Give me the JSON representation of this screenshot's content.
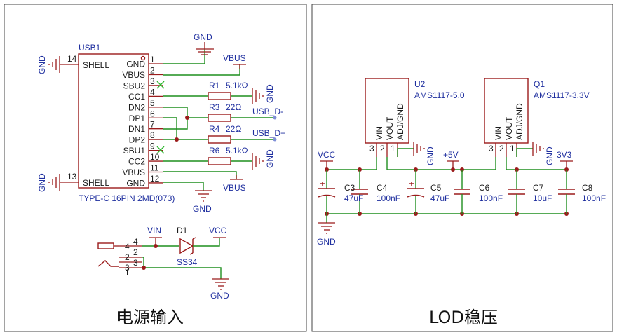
{
  "panels": {
    "left_title": "电源输入",
    "right_title": "LOD稳压"
  },
  "usb": {
    "ref": "USB1",
    "value": "TYPE-C 16PIN 2MD(073)",
    "left_pins": [
      {
        "num": "14",
        "name": "SHELL"
      },
      {
        "num": "13",
        "name": "SHELL"
      }
    ],
    "right_pins": [
      {
        "num": "1",
        "name": "GND"
      },
      {
        "num": "2",
        "name": "VBUS"
      },
      {
        "num": "3",
        "name": "SBU2"
      },
      {
        "num": "4",
        "name": "CC1"
      },
      {
        "num": "5",
        "name": "DN2"
      },
      {
        "num": "6",
        "name": "DP1"
      },
      {
        "num": "7",
        "name": "DN1"
      },
      {
        "num": "8",
        "name": "DP2"
      },
      {
        "num": "9",
        "name": "SBU1"
      },
      {
        "num": "10",
        "name": "CC2"
      },
      {
        "num": "11",
        "name": "VBUS"
      },
      {
        "num": "12",
        "name": "GND"
      }
    ]
  },
  "resistors": [
    {
      "ref": "R1",
      "value": "5.1kΩ"
    },
    {
      "ref": "R3",
      "value": "22Ω"
    },
    {
      "ref": "R4",
      "value": "22Ω"
    },
    {
      "ref": "R6",
      "value": "5.1kΩ"
    }
  ],
  "nets": {
    "gnd": "GND",
    "vbus": "VBUS",
    "usb_dm": "USB_D-",
    "usb_dp": "USB_D+",
    "vin": "VIN",
    "vcc": "VCC",
    "v5": "+5V",
    "v33": "3V3"
  },
  "diode": {
    "ref": "D1",
    "value": "SS34"
  },
  "jack": {
    "pins": [
      "4",
      "2",
      "3",
      "1"
    ],
    "pin_labels": [
      "4",
      "2",
      "3"
    ]
  },
  "regulators": [
    {
      "ref": "U2",
      "value": "AMS1117-5.0",
      "pins": [
        "VIN",
        "VOUT",
        "ADJ/GND"
      ],
      "nums": [
        "3",
        "2",
        "1"
      ]
    },
    {
      "ref": "Q1",
      "value": "AMS1117-3.3V",
      "pins": [
        "VIN",
        "VOUT",
        "ADJ/GND"
      ],
      "nums": [
        "3",
        "2",
        "1"
      ]
    }
  ],
  "capacitors": [
    {
      "ref": "C3",
      "value": "47uF"
    },
    {
      "ref": "C4",
      "value": "100nF"
    },
    {
      "ref": "C5",
      "value": "47uF"
    },
    {
      "ref": "C6",
      "value": "100nF"
    },
    {
      "ref": "C7",
      "value": "10uF"
    },
    {
      "ref": "C8",
      "value": "100nF"
    }
  ]
}
